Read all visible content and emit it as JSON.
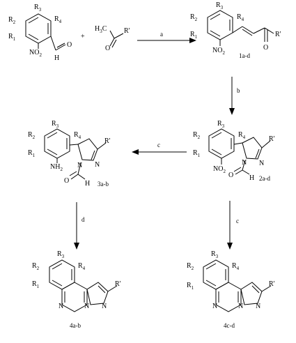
{
  "steps": {
    "a": "a",
    "b": "b",
    "c1": "c",
    "c2": "c",
    "d": "d"
  },
  "compounds": {
    "cmp1": "1a-d",
    "cmp2": "2a-d",
    "cmp3": "3a-b",
    "cmp4a": "4a-b",
    "cmp4c": "4c-d"
  },
  "subs": {
    "R1": "1",
    "R2": "2",
    "R3": "3",
    "R4": "4"
  },
  "text": {
    "R": "R",
    "Rp": "R'",
    "N": "N",
    "O": "O",
    "H": "H",
    "C": "C",
    "NO": "NO",
    "NH": "NH",
    "two": "2",
    "three": "3",
    "plus": "+"
  }
}
